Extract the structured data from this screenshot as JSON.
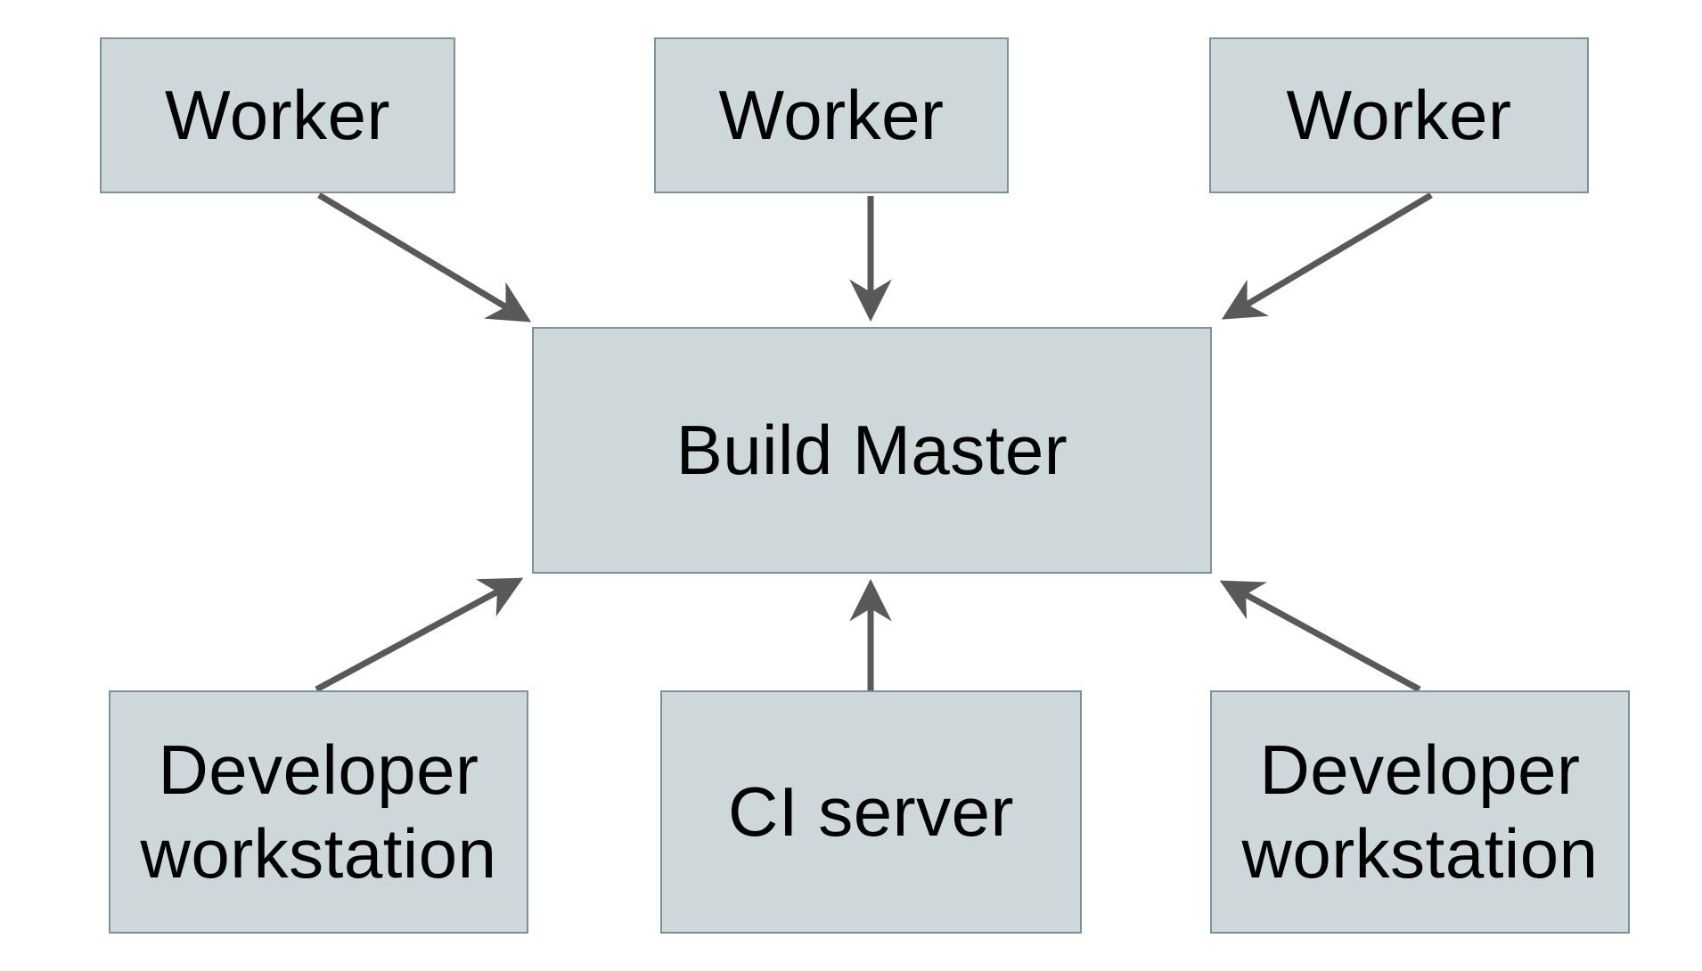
{
  "colors": {
    "background": "#ffffff",
    "box_fill": "#ced8db",
    "box_border": "#7c929d",
    "arrow_color": "#58595b",
    "text_color": "#000000"
  },
  "nodes": [
    {
      "id": "worker-1",
      "label": "Worker"
    },
    {
      "id": "worker-2",
      "label": "Worker"
    },
    {
      "id": "worker-3",
      "label": "Worker"
    },
    {
      "id": "build-master",
      "label": "Build Master"
    },
    {
      "id": "developer-workstation-left",
      "label": "Developer workstation"
    },
    {
      "id": "ci-server",
      "label": "CI server"
    },
    {
      "id": "developer-workstation-right",
      "label": "Developer workstation"
    }
  ],
  "edges": [
    {
      "from": "worker-1",
      "to": "build-master"
    },
    {
      "from": "worker-2",
      "to": "build-master"
    },
    {
      "from": "worker-3",
      "to": "build-master"
    },
    {
      "from": "developer-workstation-left",
      "to": "build-master"
    },
    {
      "from": "ci-server",
      "to": "build-master"
    },
    {
      "from": "developer-workstation-right",
      "to": "build-master"
    }
  ]
}
